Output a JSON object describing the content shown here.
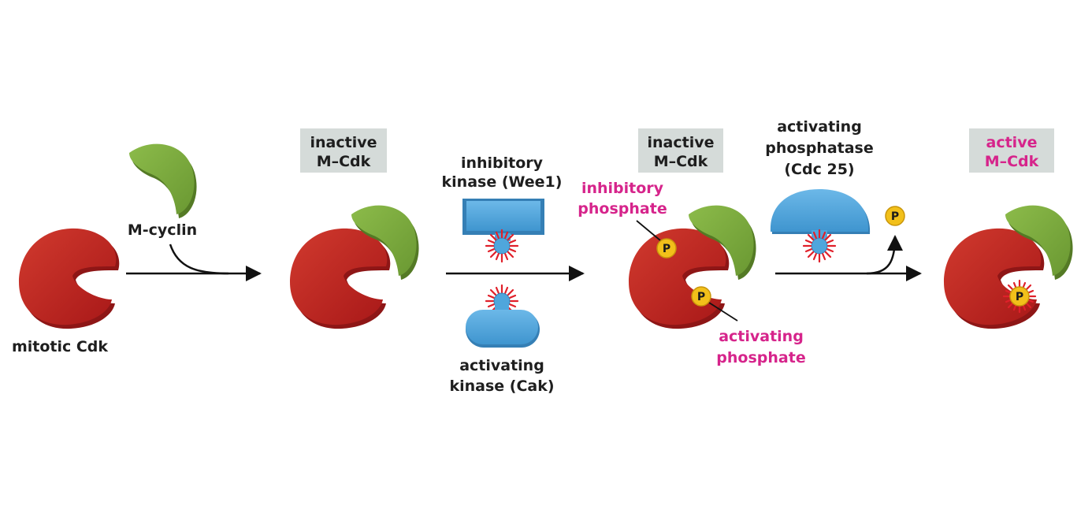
{
  "labels": {
    "mitotic_cdk": "mitotic Cdk",
    "m_cyclin": "M-cyclin",
    "inactive_1_line1": "inactive",
    "inactive_1_line2": "M–Cdk",
    "wee1_line1": "inhibitory",
    "wee1_line2": "kinase (Wee1)",
    "cak_line1": "activating",
    "cak_line2": "kinase (Cak)",
    "inactive_2_line1": "inactive",
    "inactive_2_line2": "M–Cdk",
    "inhib_phos_line1": "inhibitory",
    "inhib_phos_line2": "phosphate",
    "act_phos_line1": "activating",
    "act_phos_line2": "phosphate",
    "cdc25_line1": "activating",
    "cdc25_line2": "phosphatase",
    "cdc25_line3": "(Cdc 25)",
    "active_line1": "active",
    "active_line2": "M–Cdk",
    "phosphate_symbol": "P"
  },
  "colors": {
    "cdk": "#c42424",
    "cyclin": "#7fae3f",
    "enzyme": "#4fa6dc",
    "phosphate": "#f2c01a",
    "label_box": "#d5dbd9",
    "highlight_text": "#d6248b",
    "spark": "#e0202a"
  }
}
